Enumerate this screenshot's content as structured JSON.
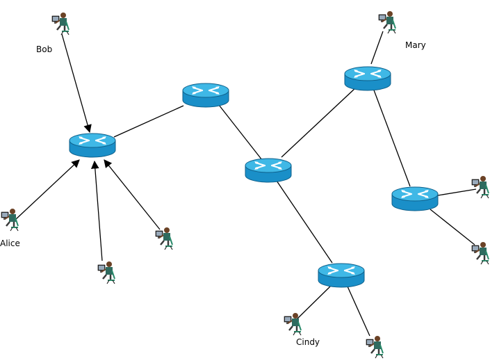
{
  "labels": {
    "bob": "Bob",
    "mary": "Mary",
    "alice": "Alice",
    "cindy": "Cindy"
  },
  "colors": {
    "router_top": "#3fb8e6",
    "router_side": "#1a8fc8",
    "router_edge": "#0e5f8a",
    "link": "#000000",
    "person_shirt": "#2f6b5f",
    "person_skin": "#6b4226"
  },
  "icons": {
    "router": "router-icon",
    "user": "user-at-computer-icon"
  }
}
